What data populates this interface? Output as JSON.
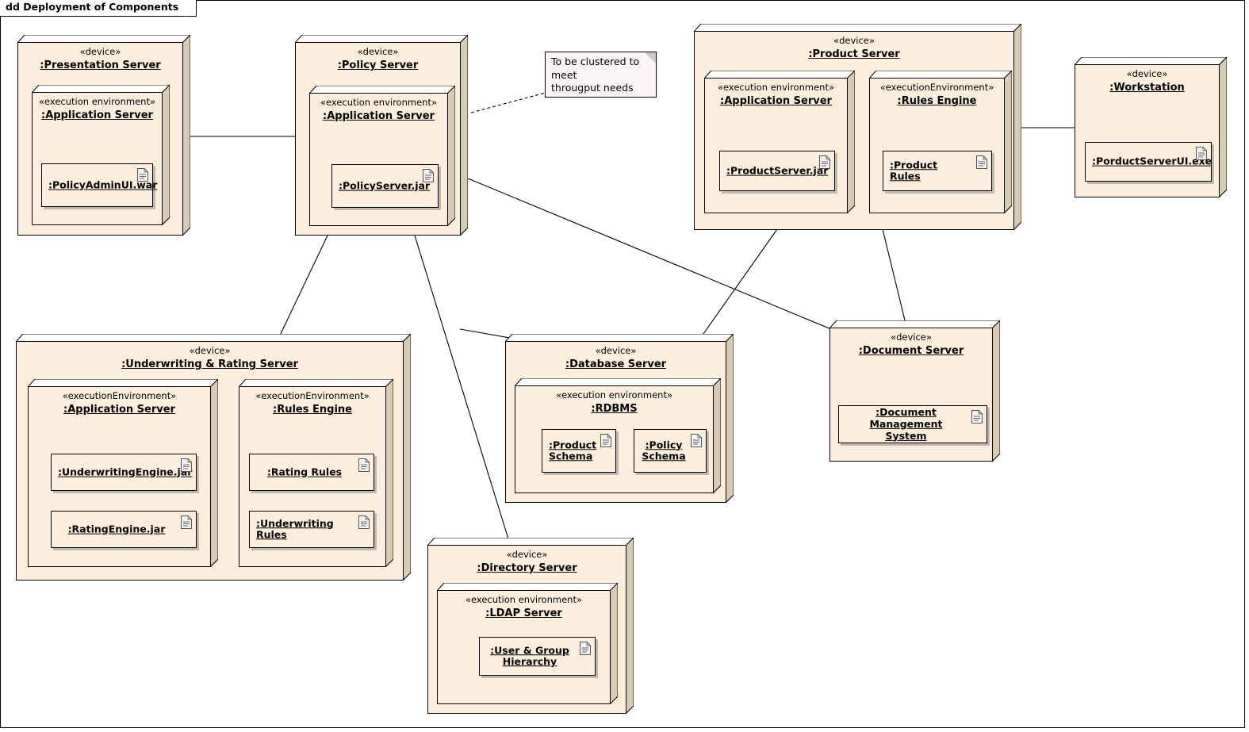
{
  "diagram": {
    "title": "dd Deployment of Components",
    "kind": "UML Deployment Diagram",
    "fill_color": "#FBEEDC",
    "bevel_color": "#D7CBB3",
    "line_color": "#000000",
    "note_fill": "#FBF4F6"
  },
  "stereotypes": {
    "device": "«device»",
    "exec_env_spaced": "«execution environment»",
    "exec_env_camel": "«executionEnvironment»"
  },
  "nodes": {
    "presentation_server": {
      "stereotype": "«device»",
      "name": ":Presentation Server",
      "child": {
        "stereotype": "«execution environment»",
        "name": ":Application Server",
        "artifacts": [
          {
            "name": ":PolicyAdminUI.war"
          }
        ]
      }
    },
    "policy_server": {
      "stereotype": "«device»",
      "name": ":Policy Server",
      "child": {
        "stereotype": "«execution environment»",
        "name": ":Application Server",
        "artifacts": [
          {
            "name": ":PolicyServer.jar"
          }
        ]
      }
    },
    "product_server": {
      "stereotype": "«device»",
      "name": ":Product Server",
      "children": [
        {
          "stereotype": "«execution environment»",
          "name": ":Application Server",
          "artifacts": [
            {
              "name": ":ProductServer.jar"
            }
          ]
        },
        {
          "stereotype": "«executionEnvironment»",
          "name": ":Rules Engine",
          "artifacts": [
            {
              "name": ":Product Rules"
            }
          ]
        }
      ]
    },
    "workstation": {
      "stereotype": "«device»",
      "name": ":Workstation",
      "artifacts": [
        {
          "name": ":PorductServerUI.exe"
        }
      ]
    },
    "underwriting_rating_server": {
      "stereotype": "«device»",
      "name": ":Underwriting & Rating Server",
      "children": [
        {
          "stereotype": "«executionEnvironment»",
          "name": ":Application Server",
          "artifacts": [
            {
              "name": ":UnderwritingEngine.jar"
            },
            {
              "name": ":RatingEngine.jar"
            }
          ]
        },
        {
          "stereotype": "«executionEnvironment»",
          "name": ":Rules Engine",
          "artifacts": [
            {
              "name": ":Rating Rules"
            },
            {
              "name": ":Underwriting Rules"
            }
          ]
        }
      ]
    },
    "database_server": {
      "stereotype": "«device»",
      "name": ":Database Server",
      "child": {
        "stereotype": "«execution environment»",
        "name": ":RDBMS",
        "artifacts": [
          {
            "name": ":Product Schema",
            "line1": ":Product ",
            "line2": "Schema"
          },
          {
            "name": ":Policy Schema",
            "line1": ":Policy ",
            "line2": "Schema"
          }
        ]
      }
    },
    "document_server": {
      "stereotype": "«device»",
      "name": ":Document Server",
      "artifacts": [
        {
          "name": ":Document Management System",
          "line1": ":Document Management ",
          "line2": "System"
        }
      ]
    },
    "directory_server": {
      "stereotype": "«device»",
      "name": ":Directory Server",
      "child": {
        "stereotype": "«execution environment»",
        "name": ":LDAP Server",
        "artifacts": [
          {
            "name": ":User & Group Hierarchy",
            "line1": ":User & Group ",
            "line2": "Hierarchy"
          }
        ]
      }
    }
  },
  "note": {
    "line1": "To be clustered to meet",
    "line2": "througput needs",
    "anchored_to": ":Policy Server"
  },
  "connections": [
    {
      "from": ":Presentation Server",
      "to": ":Policy Server",
      "style": "solid"
    },
    {
      "from": ":Policy Server",
      "to": "note",
      "style": "dashed"
    },
    {
      "from": ":Policy Server",
      "to": ":Underwriting & Rating Server",
      "style": "solid"
    },
    {
      "from": ":Policy Server",
      "to": ":Directory Server",
      "style": "solid"
    },
    {
      "from": ":Policy Server",
      "to": ":Document Server",
      "style": "solid"
    },
    {
      "from": ":Product Server",
      "to": ":Workstation",
      "style": "solid"
    },
    {
      "from": ":Product Server",
      "to": ":Database Server",
      "style": "solid"
    },
    {
      "from": ":Product Server",
      "to": ":Document Server",
      "style": "solid"
    },
    {
      "from": ":Underwriting & Rating Server",
      "to": ":Database Server",
      "style": "solid"
    }
  ]
}
